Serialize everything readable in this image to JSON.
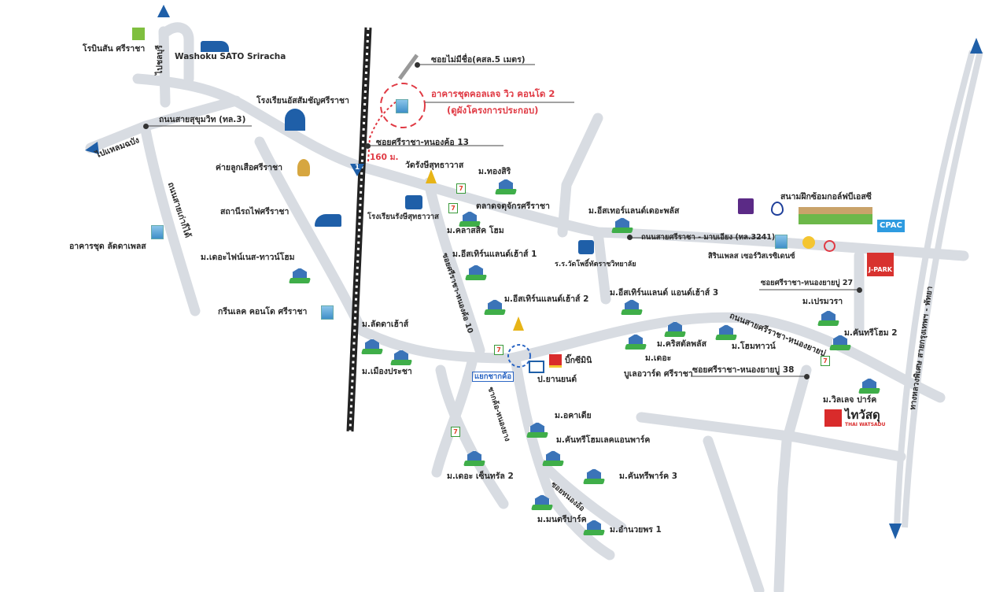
{
  "project": {
    "name": "อาคารชุดคอลเลจ วิว คอนโด 2",
    "note": "(ดูผังโครงการประกอบ)",
    "distance": "160 ม."
  },
  "roads": {
    "sukhumvit": "ถนนสายสุขุมวิท (ทล.3)",
    "to_chonburi": "ไปชลบุรี",
    "to_laem_chabang": "ไปแหลมฉบัง",
    "old_road": "ถนนสายเก่าก็ได้",
    "unnamed_soi": "ซอยไม่มีชื่อ(คสล.5 เมตร)",
    "soi_nongkho_13": "ซอยศรีราชา-หนองค้อ 13",
    "soi_nongkho_10": "ซอยศรีราชา-หนองค้อ 10",
    "sriracha_mabiang": "ถนนสายศรีราชา - มาบเอียง (ทล.3241)",
    "soi_nongyaiboo_27": "ซอยศรีราชา-หนองยายบู่ 27",
    "sriracha_nongyaiboo": "ถนนสายศรีราชา-หนองยายบู่",
    "soi_nongyaiboo_38": "ซอยศรีราชา-หนองยายบู่ 38",
    "chakkho_nongyang": "ชากค้อ-หนองยาง",
    "soi_nongor": "ซอยหนองอ้อ",
    "motorway": "ทางหลวงพิเศษ สายกรุงเทพฯ - พัทยา",
    "highway_number": "1"
  },
  "places": {
    "robinson": "โรบินสัน ศรีราชา",
    "washoku": "Washoku SATO Sriracha",
    "assumption": "โรงเรียนอัสสัมชัญศรีราชา",
    "scout_camp": "ค่ายลูกเสือศรีราชา",
    "train_station": "สถานีรถไฟศรีราชา",
    "ladda_place": "อาคารชุด ลัดดาเพลส",
    "fineness": "ม.เดอะไฟน์เนส-ทาวน์โฮม",
    "greenlake": "กรีนเลค คอนโด ศรีราชา",
    "ladda_house": "ม.ลัดดาเฮ้าส์",
    "muang_pracha": "ม.เมืองประชา",
    "wat_rangsi": "วัดรังษีสุทธาวาส",
    "rangsi_school": "โรงเรียนรังษีสุทธาวาส",
    "thongsiri": "ม.ทองสิริ",
    "chatuchak": "ตลาดจตุจักรศรีราชา",
    "classic_home": "ม.คลาสสิค โฮม",
    "eastland_plus": "ม.อีสเทอร์แลนด์เดอะพลัส",
    "golf": "สนามฝึกซ้อมกอล์ฟบีเอสซี",
    "cpac": "CPAC",
    "jpark": "J-PARK",
    "sirin_place": "สิรินเพลส เซอร์วิสเรซิเดนซ์",
    "watpho_school": "ร.ร.วัดโพธิ์ทัตราชวิทยาลัย",
    "eastern_1": "ม.อีสเทิร์นแลนด์เฮ้าส์ 1",
    "eastern_2": "ม.อีสเทิร์นแลนด์เฮ้าส์ 2",
    "eastern_3": "ม.อีสเทิร์นแลนด์ แอนด์เฮ้าส์ 3",
    "premwara": "ม.เปรมวรา",
    "country_home_2": "ม.คันทรีโฮม 2",
    "crystal_plus": "ม.คริสตัลพลัส",
    "hometown": "ม.โฮมทาวน์",
    "boulevard_1": "ม.เดอะ",
    "boulevard_2": "บูเลอวาร์ด ศรีราชา",
    "bigc_mini": "บิ๊กซีมินิ",
    "p_yanyon": "ป.ยานยนต์",
    "chakkho_junction": "แยกชากค้อ",
    "village_park": "ม.วิลเลจ ปาร์ค",
    "thaiwatsadu": "ไทวัสดุ",
    "thaiwatsadu_en": "THAI WATSADU",
    "academia": "ม.อคาเดีย",
    "country_lake": "ม.คันทรีโฮมเลคแอนพาร์ค",
    "country_park_3": "ม.คันทรีพาร์ค 3",
    "central_2": "ม.เดอะ เซ็นทรัล 2",
    "montri_park": "ม.มนตรีปาร์ค",
    "amnuayporn": "ม.อำนวยพร 1",
    "seven_eleven": "7"
  },
  "colors": {
    "road": "#d8dce2",
    "project": "#e03a44",
    "arrow": "#1f5fa8",
    "junction": "#2b66c4"
  }
}
